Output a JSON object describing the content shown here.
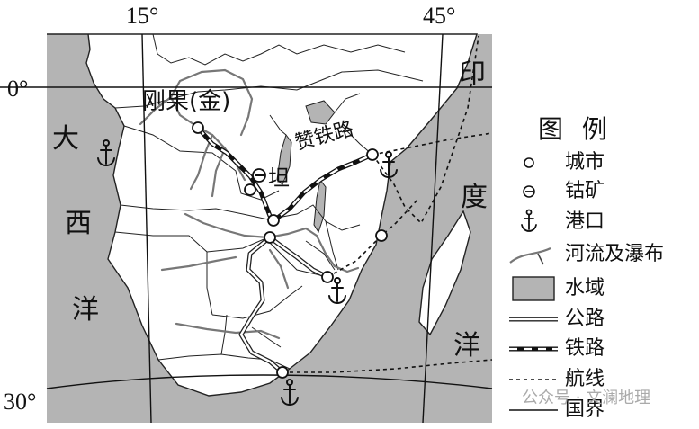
{
  "coordinates": {
    "lon_15": "15°",
    "lon_45": "45°",
    "lat_0": "0°",
    "lat_30": "30°"
  },
  "oceans": {
    "atlantic": [
      "大",
      "西",
      "洋"
    ],
    "indian": [
      "印",
      "度",
      "洋"
    ]
  },
  "places": {
    "congo_dem": "刚果(金)",
    "tanzania_abbr": "坦",
    "tazara": "赞铁路"
  },
  "legend": {
    "title": "图 例",
    "items": [
      {
        "key": "city",
        "label": "城市"
      },
      {
        "key": "cobalt",
        "label": "钴矿"
      },
      {
        "key": "port",
        "label": "港口"
      },
      {
        "key": "river",
        "label": "河流及瀑布"
      },
      {
        "key": "water",
        "label": "水域"
      },
      {
        "key": "road",
        "label": "公路"
      },
      {
        "key": "railway",
        "label": "铁路"
      },
      {
        "key": "shipping",
        "label": "航线"
      },
      {
        "key": "border",
        "label": "国界"
      }
    ]
  },
  "watermark": "公众号 · 文澜地理",
  "colors": {
    "water": "#b4b4b4",
    "land": "#ffffff",
    "line": "#222222",
    "river": "#777777"
  }
}
